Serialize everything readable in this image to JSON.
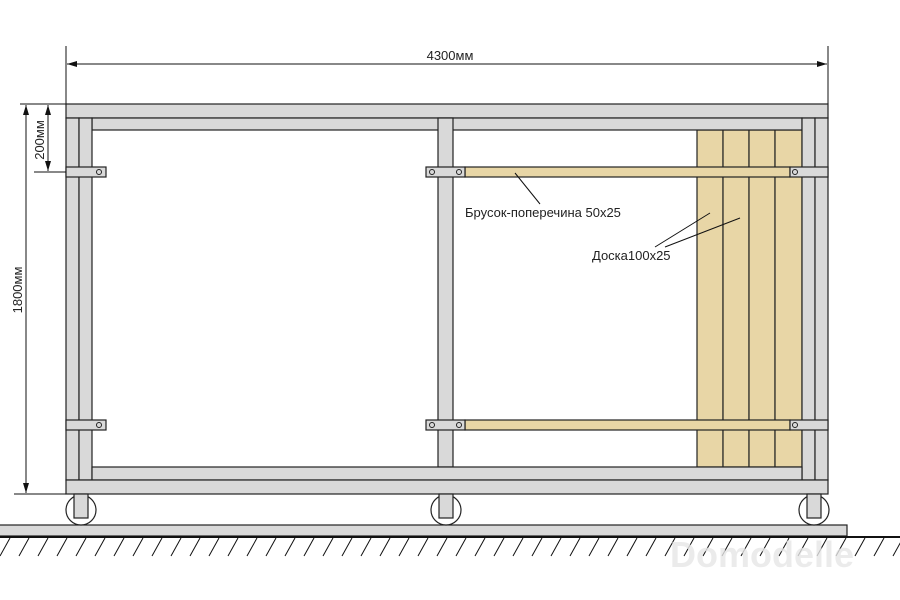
{
  "dimensions": {
    "width_total": "4300мм",
    "height_total": "1800мм",
    "top_offset": "200мм"
  },
  "labels": {
    "crossbar": "Брусок-поперечина 50х25",
    "board": "Доска100х25"
  },
  "watermark": "Domodelle",
  "colors": {
    "steel": "#d9d9d9",
    "wood": "#e8d6a6",
    "outline": "#222222"
  }
}
